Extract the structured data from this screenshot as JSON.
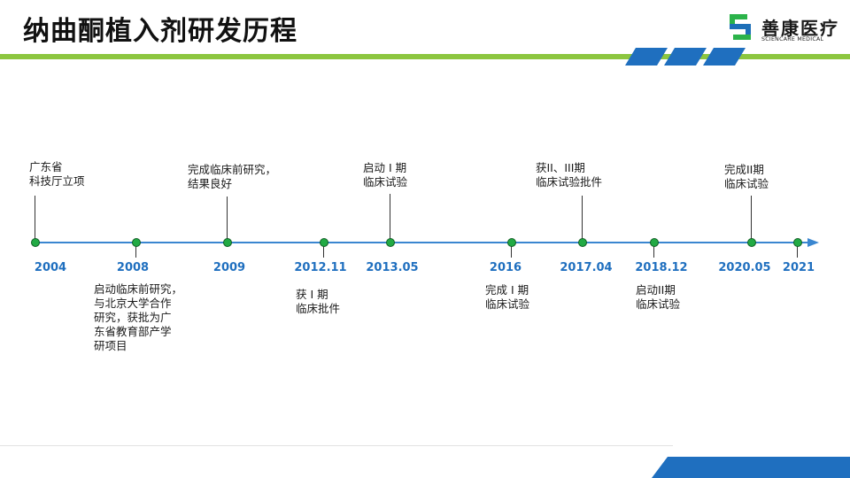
{
  "header": {
    "title": "纳曲酮植入剂研发历程"
  },
  "logo": {
    "name_cn": "善康医疗",
    "name_en": "SCIENCARE MEDICAL"
  },
  "colors": {
    "accent_green": "#8cc63f",
    "accent_blue": "#1f6fbf",
    "dot_green": "#22aa44"
  },
  "timeline": {
    "years": [
      "2004",
      "2008",
      "2009",
      "2012.11",
      "2013.05",
      "2016",
      "2017.04",
      "2018.12",
      "2020.05",
      "2021"
    ],
    "notes_above": [
      "广东省\n科技厅立项",
      "完成临床前研究，\n结果良好",
      "启动 I 期\n临床试验",
      "获II、III期\n临床试验批件",
      "完成II期\n临床试验"
    ],
    "notes_below": [
      "启动临床前研究，\n与北京大学合作\n研究，获批为广\n东省教育部产学\n研项目",
      "获 I 期\n临床批件",
      "完成 I 期\n临床试验",
      "启动II期\n临床试验"
    ]
  }
}
